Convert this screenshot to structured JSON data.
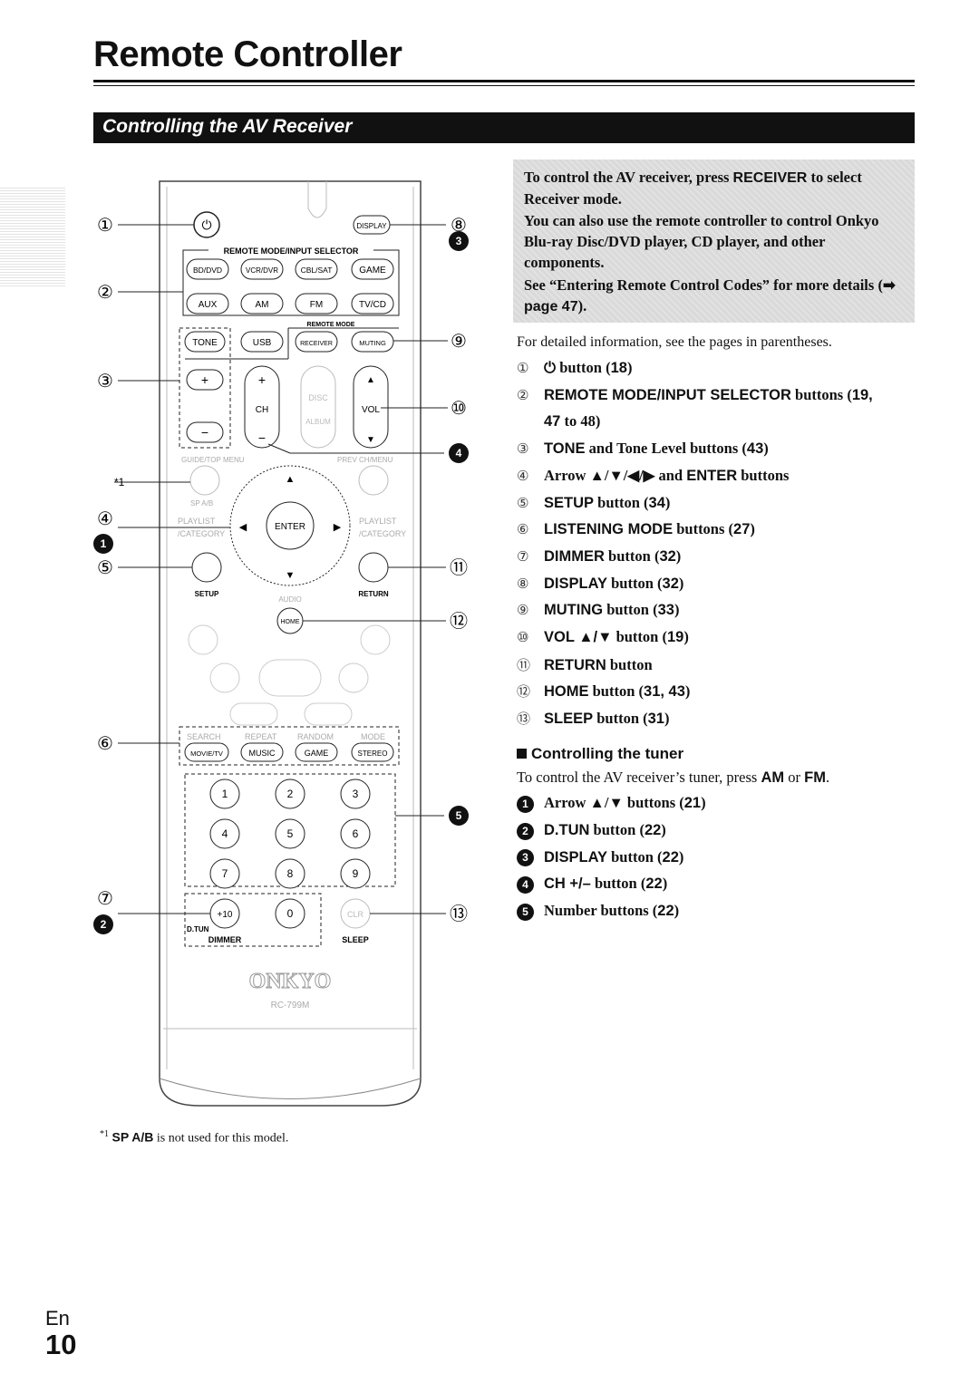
{
  "page_title": "Remote Controller",
  "section_title": "Controlling the AV Receiver",
  "intro": {
    "p1_a": "To control the AV receiver, press ",
    "p1_key": "RECEIVER",
    "p1_b": " to select Receiver mode.",
    "p2": "You can also use the remote controller to control Onkyo Blu-ray Disc/DVD player, CD player, and other components.",
    "p3_a": "See “Entering Remote Control Codes” for more details (",
    "p3_arrow": "➡",
    "p3_page": "page 47",
    "p3_b": ")."
  },
  "detail_note": "For detailed information, see the pages in parentheses.",
  "items": [
    {
      "num": "①",
      "key": "⏻",
      "text": " button (",
      "ref": "18",
      "end": ")"
    },
    {
      "num": "②",
      "key": "REMOTE MODE/INPUT SELECTOR",
      "text": " buttons (",
      "ref": "19,",
      "end": ""
    },
    {
      "num": "",
      "key": "",
      "text": "",
      "ref": "47",
      "end": " to 48)"
    },
    {
      "num": "③",
      "key": "TONE",
      "text": " and Tone Level buttons (",
      "ref": "43",
      "end": ")"
    },
    {
      "num": "④",
      "key": "",
      "text": "Arrow ▲/▼/◀/▶ and ",
      "ref": "ENTER",
      "end": " buttons"
    },
    {
      "num": "⑤",
      "key": "SETUP",
      "text": " button (",
      "ref": "34",
      "end": ")"
    },
    {
      "num": "⑥",
      "key": "LISTENING MODE",
      "text": " buttons (",
      "ref": "27",
      "end": ")"
    },
    {
      "num": "⑦",
      "key": "DIMMER",
      "text": " button (",
      "ref": "32",
      "end": ")"
    },
    {
      "num": "⑧",
      "key": "DISPLAY",
      "text": " button (",
      "ref": "32",
      "end": ")"
    },
    {
      "num": "⑨",
      "key": "MUTING",
      "text": " button (",
      "ref": "33",
      "end": ")"
    },
    {
      "num": "⑩",
      "key": "VOL ▲/▼",
      "text": " button (",
      "ref": "19",
      "end": ")"
    },
    {
      "num": "⑪",
      "key": "RETURN",
      "text": " button",
      "ref": "",
      "end": ""
    },
    {
      "num": "⑫",
      "key": "HOME",
      "text": " button (",
      "ref": "31, 43",
      "end": ")"
    },
    {
      "num": "⑬",
      "key": "SLEEP",
      "text": " button (",
      "ref": "31",
      "end": ")"
    }
  ],
  "tuner": {
    "heading": "Controlling the tuner",
    "text_a": "To control the AV receiver’s tuner, press ",
    "key_am": "AM",
    "text_or": " or ",
    "key_fm": "FM",
    "text_end": ".",
    "items": [
      {
        "num": "1",
        "key": "",
        "text": "Arrow ▲/▼ buttons (",
        "ref": "21",
        "end": ")"
      },
      {
        "num": "2",
        "key": "D.TUN",
        "text": " button (",
        "ref": "22",
        "end": ")"
      },
      {
        "num": "3",
        "key": "DISPLAY",
        "text": " button (",
        "ref": "22",
        "end": ")"
      },
      {
        "num": "4",
        "key": "CH +/–",
        "text": " button (",
        "ref": "22",
        "end": ")"
      },
      {
        "num": "5",
        "key": "",
        "text": "Number buttons (",
        "ref": "22",
        "end": ")"
      }
    ]
  },
  "remote": {
    "labels": {
      "remote_mode": "REMOTE MODE/INPUT SELECTOR",
      "remote_mode_small": "REMOTE MODE",
      "bd": "BD/DVD",
      "vcr": "VCR/DVR",
      "cbl": "CBL/SAT",
      "game": "GAME",
      "aux": "AUX",
      "am": "AM",
      "fm": "FM",
      "tvcd": "TV/CD",
      "tone": "TONE",
      "usb": "USB",
      "receiver": "RECEIVER",
      "muting": "MUTING",
      "display": "DISPLAY",
      "plus": "+",
      "minus": "−",
      "ch": "CH",
      "disc": "DISC",
      "album": "ALBUM",
      "vol": "VOL",
      "guide": "GUIDE/TOP MENU",
      "prevch": "PREV CH/MENU",
      "spab": "SP A/B",
      "playlist": "PLAYLIST",
      "category": "/CATEGORY",
      "enter": "ENTER",
      "setup": "SETUP",
      "return": "RETURN",
      "audio": "AUDIO",
      "home": "HOME",
      "search": "SEARCH",
      "repeat": "REPEAT",
      "random": "RANDOM",
      "mode": "MODE",
      "movietv": "MOVIE/TV",
      "music": "MUSIC",
      "game2": "GAME",
      "stereo": "STEREO",
      "n1": "1",
      "n2": "2",
      "n3": "3",
      "n4": "4",
      "n5": "5",
      "n6": "6",
      "n7": "7",
      "n8": "8",
      "n9": "9",
      "plus10": "+10",
      "n0": "0",
      "clr": "CLR",
      "dtun": "D.TUN",
      "dimmer": "DIMMER",
      "sleep": "SLEEP",
      "brand": "ONKYO",
      "model": "RC-799M",
      "power": "⏻"
    },
    "callouts": {
      "c1": "①",
      "c2": "②",
      "c3": "③",
      "c4": "④",
      "c5": "⑤",
      "c6": "⑥",
      "c7": "⑦",
      "c8": "⑧",
      "c9": "⑨",
      "c10": "⑩",
      "c11": "⑪",
      "c12": "⑫",
      "c13": "⑬",
      "b1": "1",
      "b2": "2",
      "b3": "3",
      "b4": "4",
      "b5": "5",
      "star1": "*1"
    }
  },
  "footnote": {
    "mark": "*1",
    "key": "SP A/B",
    "text": " is not used for this model."
  },
  "footer": {
    "lang": "En",
    "page": "10"
  }
}
